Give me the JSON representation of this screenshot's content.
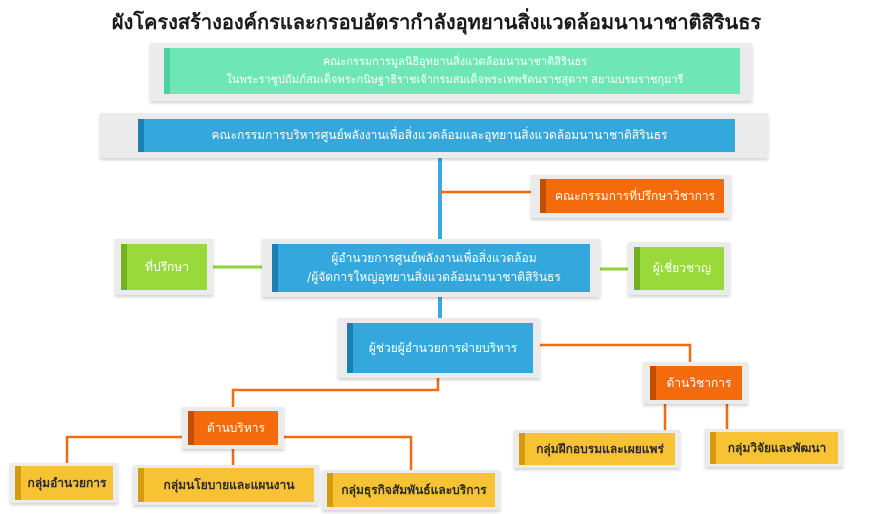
{
  "title": "ผังโครงสร้างองค์กรและกรอบอัตรากำลังอุทยานสิ่งแวดล้อมนานาชาติสิรินธร",
  "nodes": {
    "foundation_committee": {
      "line1": "คณะกรรมการมูลนิธิอุทยานสิ่งแวดล้อมนานาชาติสิรินธร",
      "line2": "ในพระราชูปถัมภ์สมเด็จพระกนิษฐาธิราชเจ้ากรมสมเด็จพระเทพรัตนราชสุดาฯ สยามบรมราชกุมารี"
    },
    "executive_committee": "คณะกรรมการบริหารศูนย์พลังงานเพื่อสิ่งแวดล้อมและอุทยานสิ่งแวดล้อมนานาชาติสิรินธร",
    "academic_advisory": "คณะกรรมการที่ปรึกษาวิชาการ",
    "advisor": "ที่ปรึกษา",
    "director": {
      "line1": "ผู้อำนวยการศูนย์พลังงานเพื่อสิ่งแวดล้อม",
      "line2": "/ผู้จัดการใหญ่อุทยานสิ่งแวดล้อมนานาชาติสิรินธร"
    },
    "expert": "ผู้เชี่ยวชาญ",
    "assistant_director": "ผู้ช่วยผู้อำนวยการฝ่ายบริหาร",
    "academic_division": "ด้านวิชาการ",
    "admin_division": "ด้านบริหาร",
    "training_group": "กลุ่มฝึกอบรมและเผยแพร่",
    "research_group": "กลุ่มวิจัยและพัฒนา",
    "director_group": "กลุ่มอำนวยการ",
    "policy_group": "กลุ่มนโยบายและแผนงาน",
    "business_group": "กลุ่มธุรกิจสัมพันธ์และบริการ"
  },
  "colors": {
    "connector_blue": "#3aa9dd",
    "connector_green": "#8fd33a",
    "connector_orange": "#f26b10"
  }
}
